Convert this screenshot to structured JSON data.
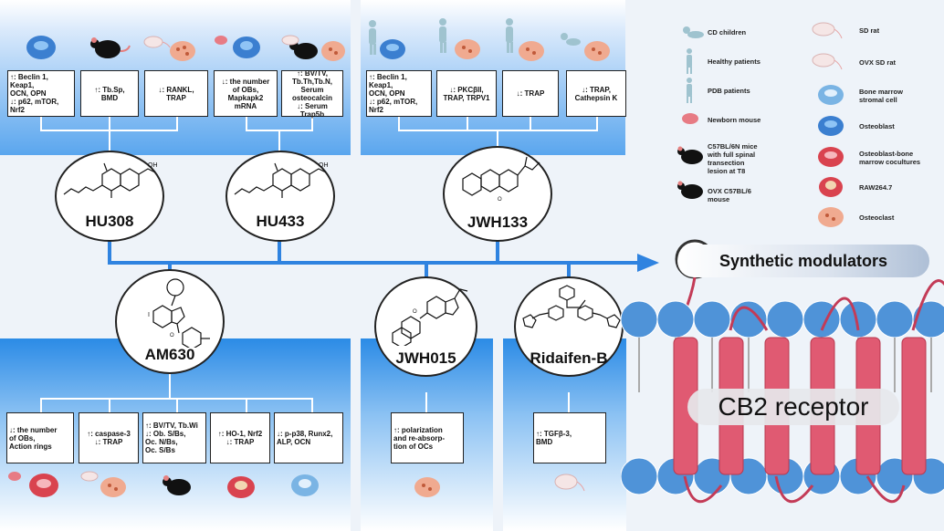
{
  "colors": {
    "panel_blue": "#4d9ce8",
    "helix": "#e05a72",
    "lipid_head": "#4f93d8",
    "arrow": "#2f83e0"
  },
  "compounds": {
    "hu308": "HU308",
    "hu433": "HU433",
    "jwh133": "JWH133",
    "am630": "AM630",
    "jwh015": "JWH015",
    "ridaifen": "Ridaifen-B"
  },
  "effects": {
    "hu308": [
      "↑: Beclin 1,\nKeap1,\nOCN, OPN\n↓: p62, mTOR,\nNrf2",
      "↑: Tb.Sp,\nBMD",
      "↓: RANKL,\nTRAP"
    ],
    "hu433": [
      "↓: the number\nof OBs,\nMapkapk2\nmRNA",
      "↑: BV/TV,\nTb.Th,Tb.N,\nSerum\nosteocalcin\n↓: Serum\nTrap5b"
    ],
    "jwh133": [
      "↑: Beclin 1,\nKeap1,\nOCN, OPN\n↓: p62, mTOR,\nNrf2",
      "↓: PKCβII,\nTRAP, TRPV1",
      "↓: TRAP",
      "↓: TRAP,\nCathepsin K"
    ],
    "am630": [
      "↓: the number\nof OBs,\nAction rings",
      "↑: caspase-3\n↓: TRAP",
      "↑: BV/TV, Tb.Wi\n↓: Ob. S/Bs,\nOc. N/Bs,\nOc. S/Bs",
      "↑: HO-1, Nrf2\n↓: TRAP",
      "↓: p-p38, Runx2,\nALP, OCN"
    ],
    "jwh015": [
      "↑: polarization\nand re-absorp-\ntion of OCs"
    ],
    "ridaifen": [
      "↑: TGFβ-3,\nBMD"
    ]
  },
  "legend": [
    {
      "label": "CD children",
      "icon": "child-icon"
    },
    {
      "label": "Healthy patients",
      "icon": "person-icon"
    },
    {
      "label": "PDB patients",
      "icon": "person-icon"
    },
    {
      "label": "Newborn mouse",
      "icon": "newborn-mouse-icon"
    },
    {
      "label": "C57BL/6N mice\nwith full spinal\ntransection\nlesion at T8",
      "icon": "black-mouse-icon"
    },
    {
      "label": "OVX C57BL/6\nmouse",
      "icon": "black-mouse-icon"
    },
    {
      "label": "SD rat",
      "icon": "rat-icon"
    },
    {
      "label": "OVX SD rat",
      "icon": "rat-icon"
    },
    {
      "label": "Bone marrow\nstromal cell",
      "icon": "stromal-cell-icon"
    },
    {
      "label": "Osteoblast",
      "icon": "osteoblast-icon"
    },
    {
      "label": "Osteoblast-bone\nmarrow cocultures",
      "icon": "coculture-icon"
    },
    {
      "label": "RAW264.7",
      "icon": "raw-cell-icon"
    },
    {
      "label": "Osteoclast",
      "icon": "osteoclast-icon"
    }
  ],
  "synthetic_label": "Synthetic modulators",
  "receptor_label": "CB2 receptor"
}
